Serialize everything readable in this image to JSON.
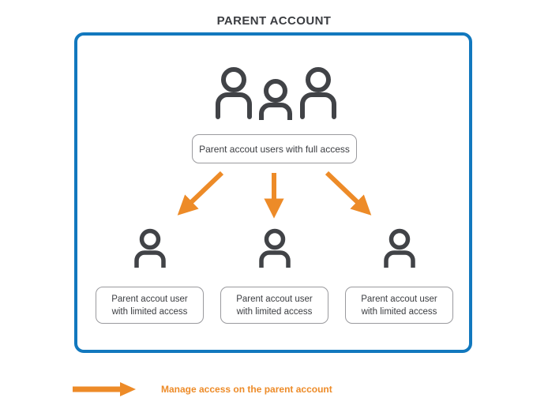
{
  "page": {
    "title": "PARENT ACCOUNT",
    "background_color": "#ffffff"
  },
  "colors": {
    "boundary_blue": "#1278be",
    "arrow_orange": "#ed8b28",
    "icon_gray": "#414347",
    "box_border_gray": "#9a9a9e",
    "text_dark": "#3b3d41"
  },
  "boundary": {
    "name": "parent-account-boundary",
    "border_color": "#1278be"
  },
  "top_group": {
    "icon_name": "people-group-icon",
    "person_count": 3,
    "box_label": "Parent accout users with full access"
  },
  "arrows": {
    "count": 3,
    "color": "#ed8b28",
    "directions": [
      "down-left",
      "down",
      "down-right"
    ]
  },
  "bottom_group": [
    {
      "icon_name": "person-icon",
      "label": "Parent accout user\nwith limited access"
    },
    {
      "icon_name": "person-icon",
      "label": "Parent accout user\nwith limited access"
    },
    {
      "icon_name": "person-icon",
      "label": "Parent accout user\nwith limited access"
    }
  ],
  "legend": {
    "arrow_icon_name": "right-arrow-icon",
    "arrow_color": "#ed8b28",
    "label": "Manage access on the parent account"
  }
}
